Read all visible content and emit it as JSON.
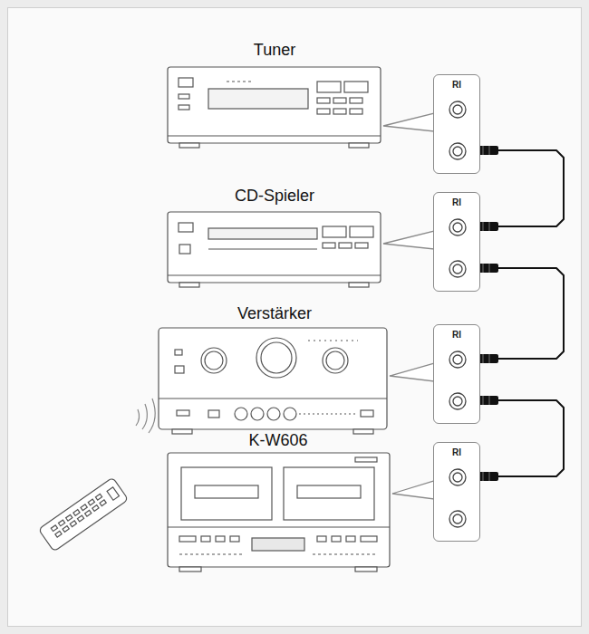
{
  "diagram": {
    "nodes": [
      {
        "text": [
          "RI"
        ]
      },
      {
        "text": [
          "RI"
        ]
      },
      {
        "text": [
          "RI"
        ]
      },
      {
        "text": [
          "RI"
        ]
      }
    ],
    "edges": [
      {
        "from": 0,
        "to": 1,
        "arrow": "none"
      },
      {
        "from": 1,
        "to": 2,
        "arrow": "none"
      },
      {
        "from": 2,
        "to": 3,
        "arrow": "none"
      }
    ],
    "labels": [
      "Tuner",
      "CD-Spieler",
      "Verstärker",
      "K-W606"
    ]
  }
}
